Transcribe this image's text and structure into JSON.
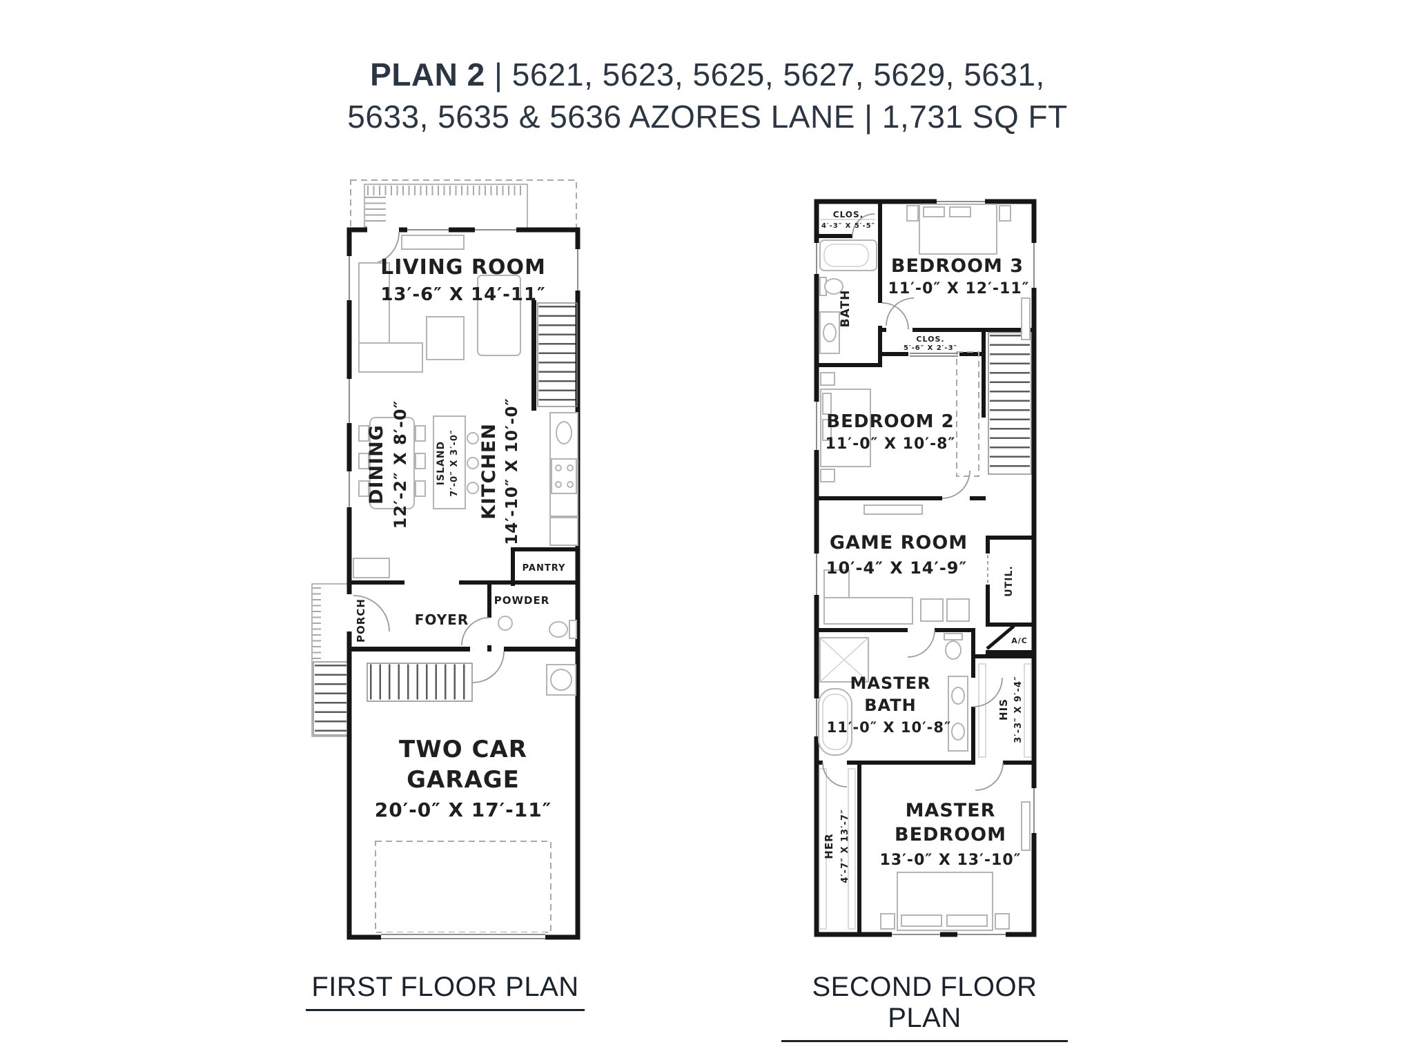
{
  "colors": {
    "wall": "#161616",
    "ink": "#1f1f1f",
    "furniture": "#b4b4b4",
    "title_ink": "#2a3644",
    "paper": "#ffffff"
  },
  "header": {
    "plan_name": "PLAN 2",
    "line1_rest": " | 5621, 5623, 5625, 5627, 5629, 5631,",
    "line2": "5633, 5635 & 5636 AZORES LANE | 1,731 SQ FT"
  },
  "first_floor": {
    "caption": "FIRST FLOOR PLAN",
    "living_room": {
      "name": "LIVING ROOM",
      "dims": "13′-6″ X 14′-11″"
    },
    "dining": {
      "name": "DINING",
      "dims": "12′-2″ X 8′-0″"
    },
    "island": {
      "name": "ISLAND",
      "dims": "7′-0″ X 3′-0″"
    },
    "kitchen": {
      "name": "KITCHEN",
      "dims": "14′-10″ X 10′-0″"
    },
    "pantry": {
      "name": "PANTRY"
    },
    "powder": {
      "name": "POWDER"
    },
    "foyer": {
      "name": "FOYER"
    },
    "porch": {
      "name": "PORCH"
    },
    "garage": {
      "name_line1": "TWO CAR",
      "name_line2": "GARAGE",
      "dims": "20′-0″ X 17′-11″"
    }
  },
  "second_floor": {
    "caption": "SECOND FLOOR PLAN",
    "closet_bed3": {
      "name": "CLOS.",
      "dims": "4′-3″ X 5′-5″"
    },
    "bedroom3": {
      "name": "BEDROOM 3",
      "dims": "11′-0″ X 12′-11″"
    },
    "bath": {
      "name": "BATH"
    },
    "closet_hall": {
      "name": "CLOS.",
      "dims": "5′-6″ X 2′-3″"
    },
    "bedroom2": {
      "name": "BEDROOM 2",
      "dims": "11′-0″ X 10′-8″"
    },
    "game_room": {
      "name": "GAME ROOM",
      "dims": "10′-4″ X 14′-9″"
    },
    "util": {
      "name": "UTIL."
    },
    "ac": {
      "name": "A/C"
    },
    "master_bath": {
      "name_line1": "MASTER",
      "name_line2": "BATH",
      "dims": "11′-0″ X 10′-8″"
    },
    "his_closet": {
      "name": "HIS",
      "dims": "3′-3″ X 9′-4″"
    },
    "her_closet": {
      "name": "HER",
      "dims": "4′-7″ X 13′-7″"
    },
    "master_bedroom": {
      "name_line1": "MASTER",
      "name_line2": "BEDROOM",
      "dims": "13′-0″ X 13′-10″"
    }
  }
}
